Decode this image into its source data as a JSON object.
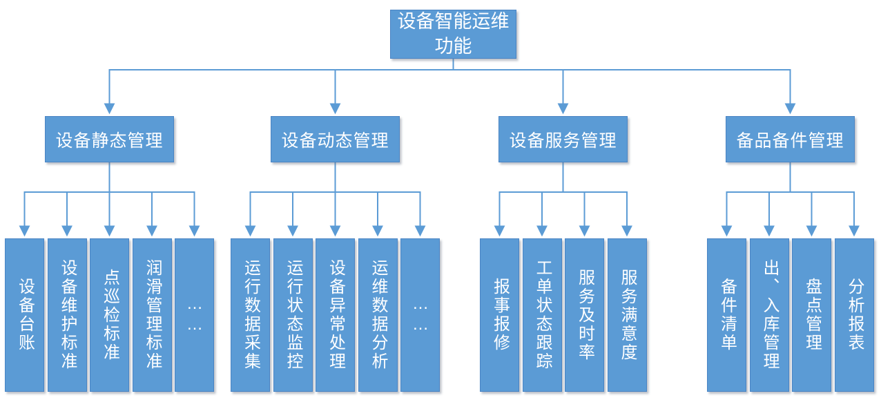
{
  "diagram": {
    "root": {
      "label": "设备智能运维功能"
    },
    "branches": [
      {
        "label": "设备静态管理",
        "children": [
          "设备台账",
          "设备维护标准",
          "点巡检标准",
          "润滑管理标准",
          "……"
        ]
      },
      {
        "label": "设备动态管理",
        "children": [
          "运行数据采集",
          "运行状态监控",
          "设备异常处理",
          "运维数据分析",
          "……"
        ]
      },
      {
        "label": "设备服务管理",
        "children": [
          "报事报修",
          "工单状态跟踪",
          "服务及时率",
          "服务满意度"
        ]
      },
      {
        "label": "备品备件管理",
        "children": [
          "备件清单",
          "出、入库管理",
          "盘点管理",
          "分析报表"
        ]
      }
    ],
    "colors": {
      "node_fill": "#5B9BD5",
      "node_border": "#4A84C4",
      "connector": "#5B9BD5",
      "text": "#FFFFFF",
      "background": "#FFFFFF"
    }
  }
}
